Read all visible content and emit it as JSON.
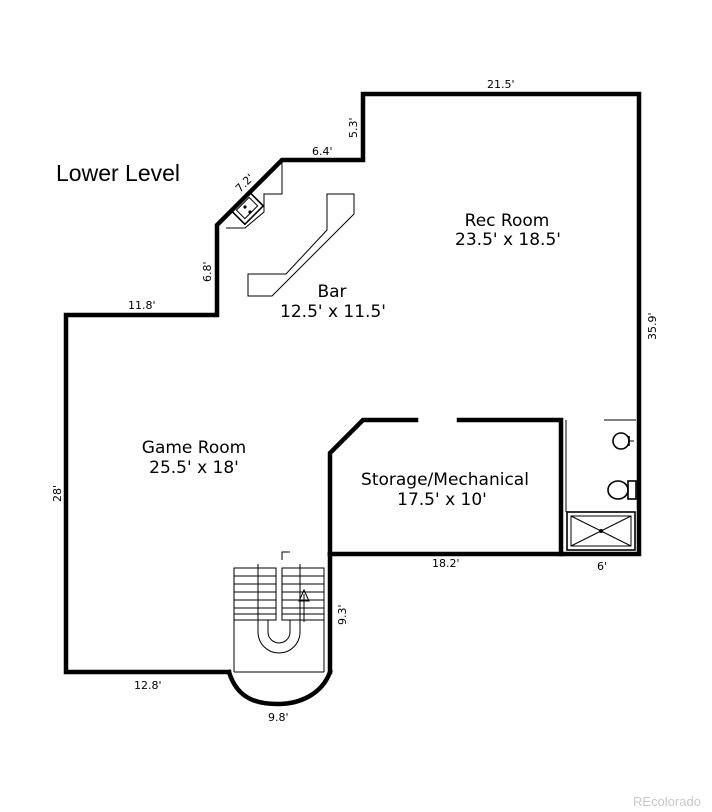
{
  "title": "Lower Level",
  "watermark": "REcolorado",
  "rooms": [
    {
      "name": "Rec Room",
      "size": "23.5' x 18.5'"
    },
    {
      "name": "Bar",
      "size": "12.5' x 11.5'"
    },
    {
      "name": "Game Room",
      "size": "25.5' x 18'"
    },
    {
      "name": "Storage/Mechanical",
      "size": "17.5' x 10'"
    }
  ],
  "dimensions": {
    "top": "21.5'",
    "step_vertical": "5.3'",
    "step_horizontal": "6.4'",
    "diagonal": "7.2'",
    "left_upper": "6.8'",
    "left_ledge": "11.8'",
    "right": "35.9'",
    "left": "28'",
    "storage_bottom": "18.2'",
    "bath_bottom": "6'",
    "stair_right": "9.3'",
    "bottom_left": "12.8'",
    "bottom_curve": "9.8'"
  }
}
